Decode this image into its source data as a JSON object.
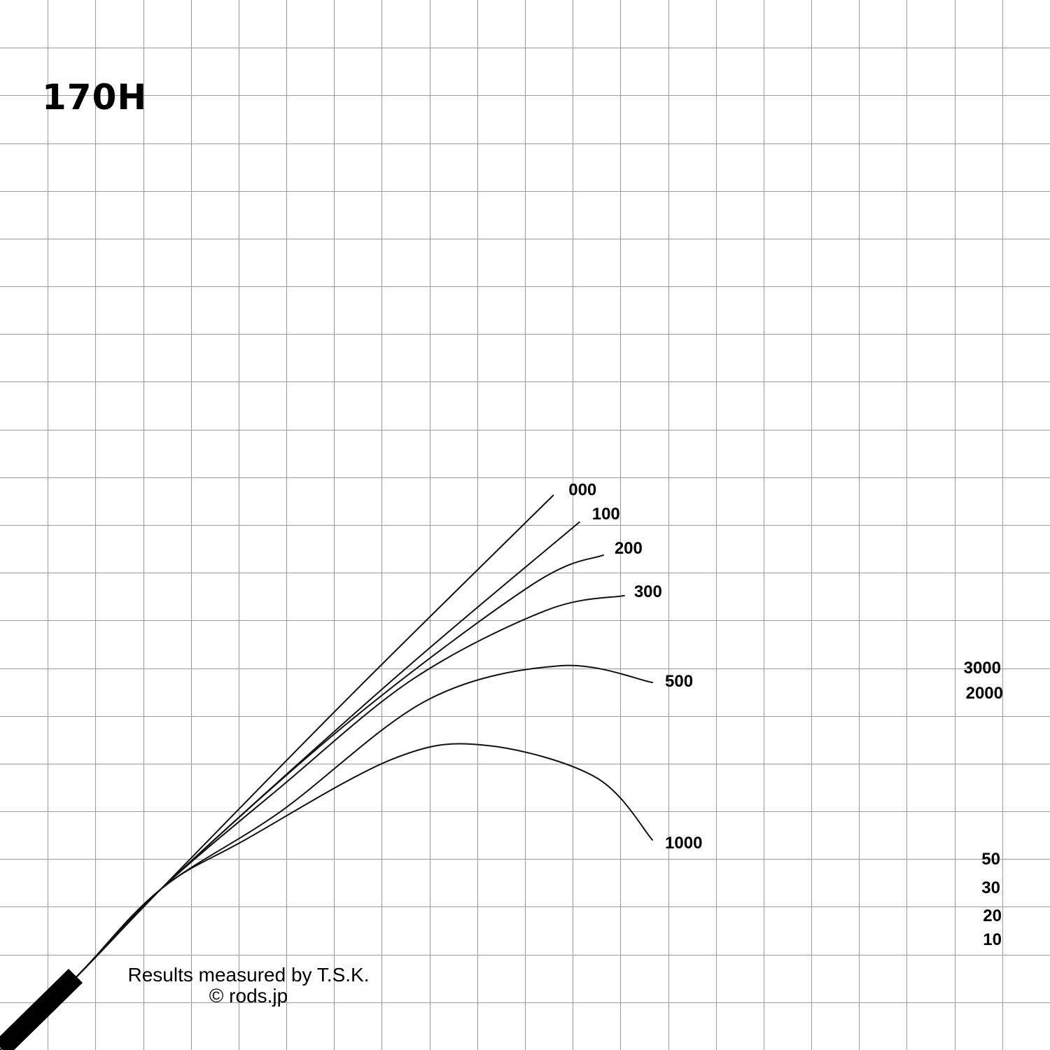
{
  "chart_data": {
    "type": "line",
    "title": "170H",
    "grid": true,
    "xlim": [
      0,
      22
    ],
    "ylim": [
      0,
      22
    ],
    "units": "grid cells from bottom-left",
    "series": [
      {
        "name": "000",
        "points": [
          [
            0,
            0
          ],
          [
            1.61,
            1.54
          ],
          [
            3.37,
            3.37
          ],
          [
            7.33,
            7.41
          ],
          [
            11.59,
            11.62
          ]
        ]
      },
      {
        "name": "100",
        "points": [
          [
            0,
            0
          ],
          [
            1.61,
            1.54
          ],
          [
            3.37,
            3.37
          ],
          [
            8.21,
            7.74
          ],
          [
            12.14,
            11.06
          ]
        ]
      },
      {
        "name": "200",
        "points": [
          [
            0,
            0
          ],
          [
            1.61,
            1.54
          ],
          [
            3.37,
            3.37
          ],
          [
            7.33,
            6.89
          ],
          [
            11.15,
            9.75
          ],
          [
            12.64,
            10.37
          ]
        ]
      },
      {
        "name": "300",
        "points": [
          [
            0,
            0
          ],
          [
            1.61,
            1.54
          ],
          [
            3.37,
            3.37
          ],
          [
            5.87,
            5.5
          ],
          [
            8.65,
            7.77
          ],
          [
            11.44,
            9.21
          ],
          [
            13.08,
            9.52
          ]
        ]
      },
      {
        "name": "500",
        "points": [
          [
            0,
            0
          ],
          [
            1.61,
            1.54
          ],
          [
            3.37,
            3.37
          ],
          [
            5.87,
            4.99
          ],
          [
            8.95,
            7.33
          ],
          [
            11.73,
            8.05
          ],
          [
            13.67,
            7.7
          ]
        ]
      },
      {
        "name": "1000",
        "points": [
          [
            0,
            0
          ],
          [
            1.61,
            1.54
          ],
          [
            3.37,
            3.37
          ],
          [
            5.13,
            4.4
          ],
          [
            8.21,
            6.09
          ],
          [
            10.12,
            6.39
          ],
          [
            12.47,
            5.72
          ],
          [
            13.67,
            4.4
          ]
        ]
      }
    ],
    "side_labels": [
      "3000",
      "2000",
      "50",
      "30",
      "20",
      "10"
    ],
    "annotations": [
      "Results measured by T.S.K.",
      "© rods.jp"
    ]
  }
}
